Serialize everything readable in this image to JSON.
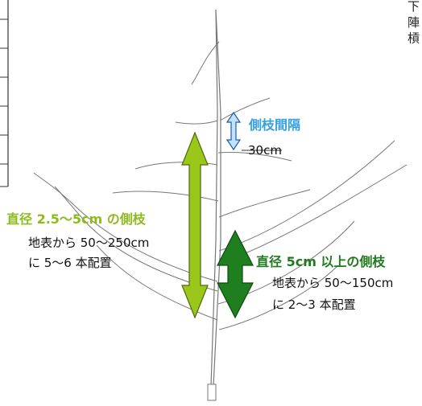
{
  "labels": {
    "spacing_title": "側枝間隔",
    "spacing_value": "30cm",
    "thin_title": "直径 2.5～5cm の側枝",
    "thin_line1": "地表から 50～250cm",
    "thin_line2": "に 5～6 本配置",
    "thick_title": "直径 5cm 以上の側枝",
    "thick_line1": "地表から 50～150cm",
    "thick_line2": "に 2～3 本配置"
  },
  "edge_text": {
    "top_right_chars": "下 陣 槓"
  },
  "colors": {
    "light_green": "#9ac71a",
    "dark_green": "#1f7f1f",
    "light_blue": "#bfe3ff",
    "trunk": "#888888"
  }
}
